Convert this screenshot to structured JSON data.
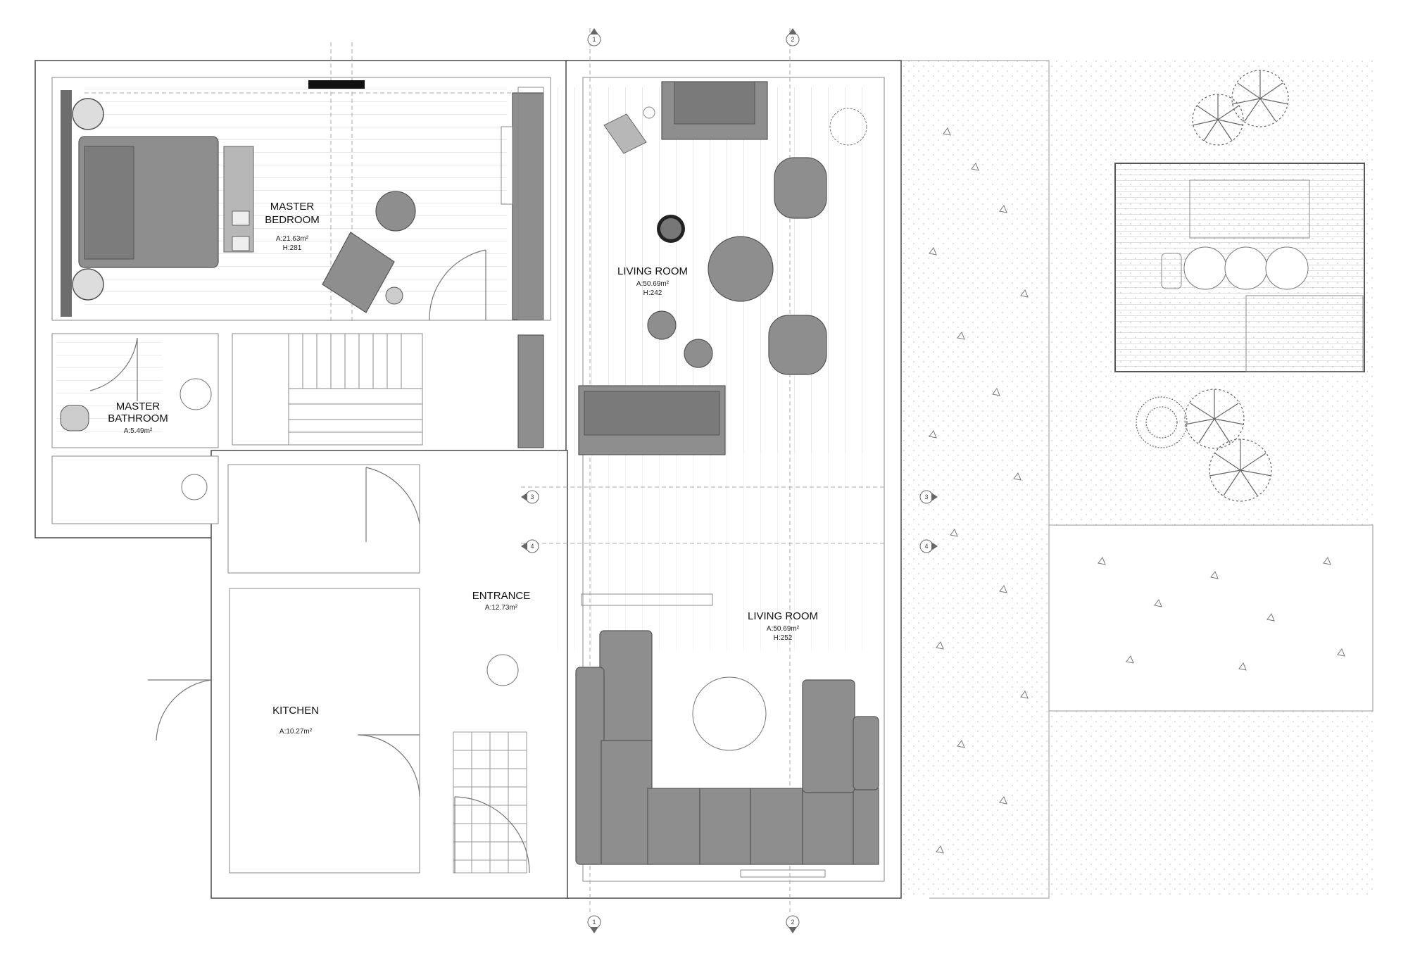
{
  "rooms": {
    "master_bedroom": {
      "name_line1": "MASTER",
      "name_line2": "BEDROOM",
      "area": "A:21.63m²",
      "height": "H:281"
    },
    "master_bathroom": {
      "name_line1": "MASTER",
      "name_line2": "BATHROOM",
      "area": "A:5.49m²"
    },
    "living_room_north": {
      "name": "LIVING ROOM",
      "area": "A:50.69m²",
      "height": "H:242"
    },
    "living_room_south": {
      "name": "LIVING ROOM",
      "area": "A:50.69m²",
      "height": "H:252"
    },
    "entrance": {
      "name": "ENTRANCE",
      "area": "A:12.73m²"
    },
    "kitchen": {
      "name": "KITCHEN",
      "area": "A:10.27m²"
    }
  },
  "axis_markers": {
    "top_1": "1",
    "top_2": "2",
    "bottom_1": "1",
    "bottom_2": "2",
    "left_3": "3",
    "left_4": "4",
    "right_3": "3",
    "right_4": "4"
  },
  "colors": {
    "furniture": "#8e8e8e",
    "wall_line": "#555555",
    "floor_lines": "#d2d2d2",
    "background": "#ffffff"
  }
}
